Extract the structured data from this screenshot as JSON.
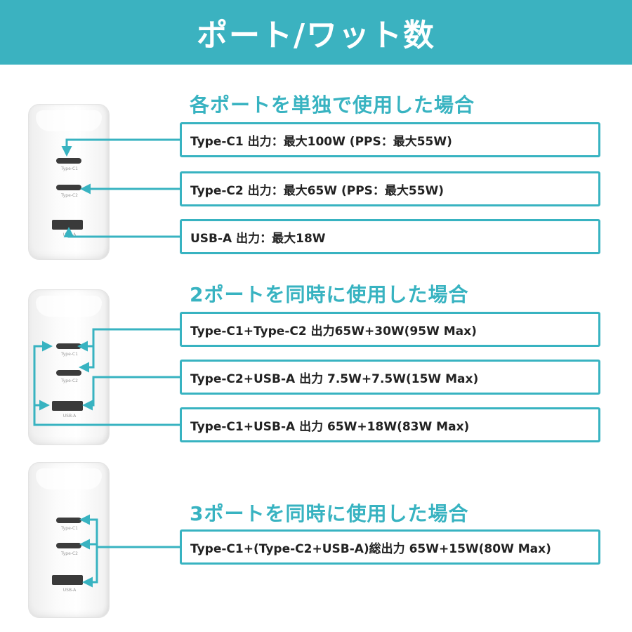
{
  "banner": {
    "title": "ポート/ワット数"
  },
  "sections": [
    {
      "heading": "各ポートを単独で使用した場合",
      "specs": [
        "Type-C1 出力：最大100W (PPS：最大55W)",
        "Type-C2 出力：最大65W (PPS：最大55W)",
        "USB-A 出力：最大18W"
      ],
      "port_labels": [
        "Type-C1",
        "Type-C2",
        "USB-A"
      ]
    },
    {
      "heading": "2ポートを同時に使用した場合",
      "specs": [
        "Type-C1+Type-C2 出力65W+30W(95W Max)",
        "Type-C2+USB-A 出力 7.5W+7.5W(15W Max)",
        "Type-C1+USB-A 出力 65W+18W(83W Max)"
      ],
      "port_labels": [
        "Type-C1",
        "Type-C2",
        "USB-A"
      ]
    },
    {
      "heading": "3ポートを同時に使用した場合",
      "specs": [
        "Type-C1+(Type-C2+USB-A)総出力 65W+15W(80W Max)"
      ],
      "port_labels": [
        "Type-C1",
        "Type-C2",
        "USB-A"
      ]
    }
  ],
  "colors": {
    "accent": "#38b3c1",
    "banner": "#3bb2c0",
    "text": "#222222"
  }
}
